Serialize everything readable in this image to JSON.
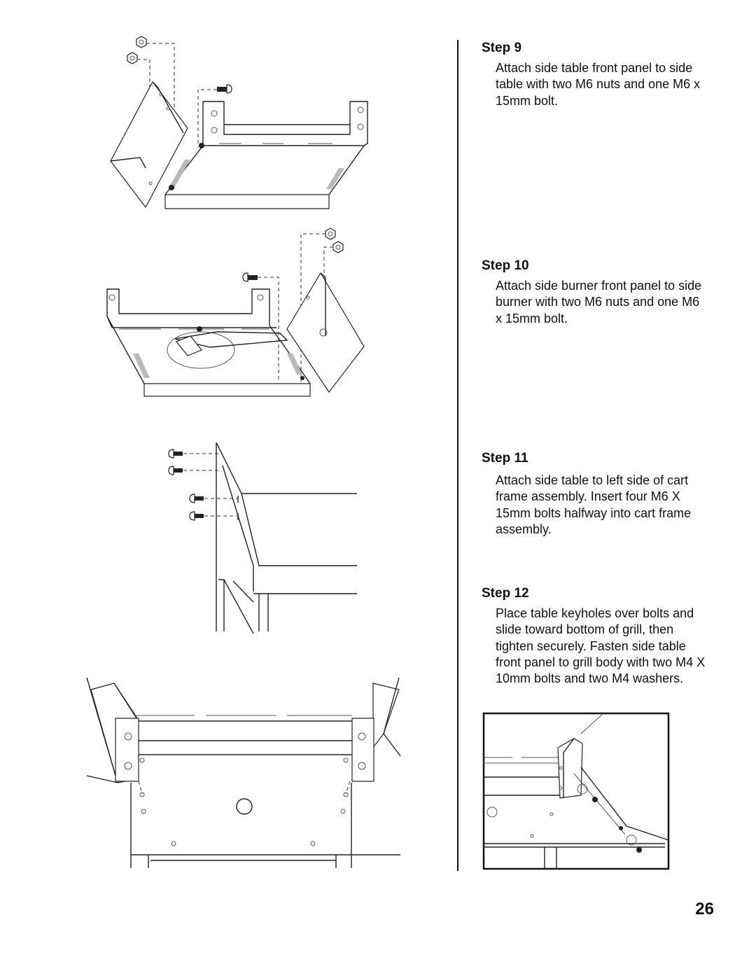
{
  "steps": [
    {
      "title": "Step 9",
      "text": "Attach side table front panel to side table with two M6 nuts and one M6 x 15mm bolt."
    },
    {
      "title": "Step 10",
      "text": "Attach side burner front panel to side burner with two M6 nuts and one M6 x 15mm bolt."
    },
    {
      "title": "Step 11",
      "text": "Attach side table to left side of cart frame assembly. Insert four M6 X 15mm bolts halfway into cart frame assembly."
    },
    {
      "title": "Step 12",
      "text": "Place table keyholes over bolts and slide toward bottom of grill, then tighten securely. Fasten side table front panel to grill body with two M4 X 10mm bolts and two M4 washers."
    }
  ],
  "page_number": "26"
}
